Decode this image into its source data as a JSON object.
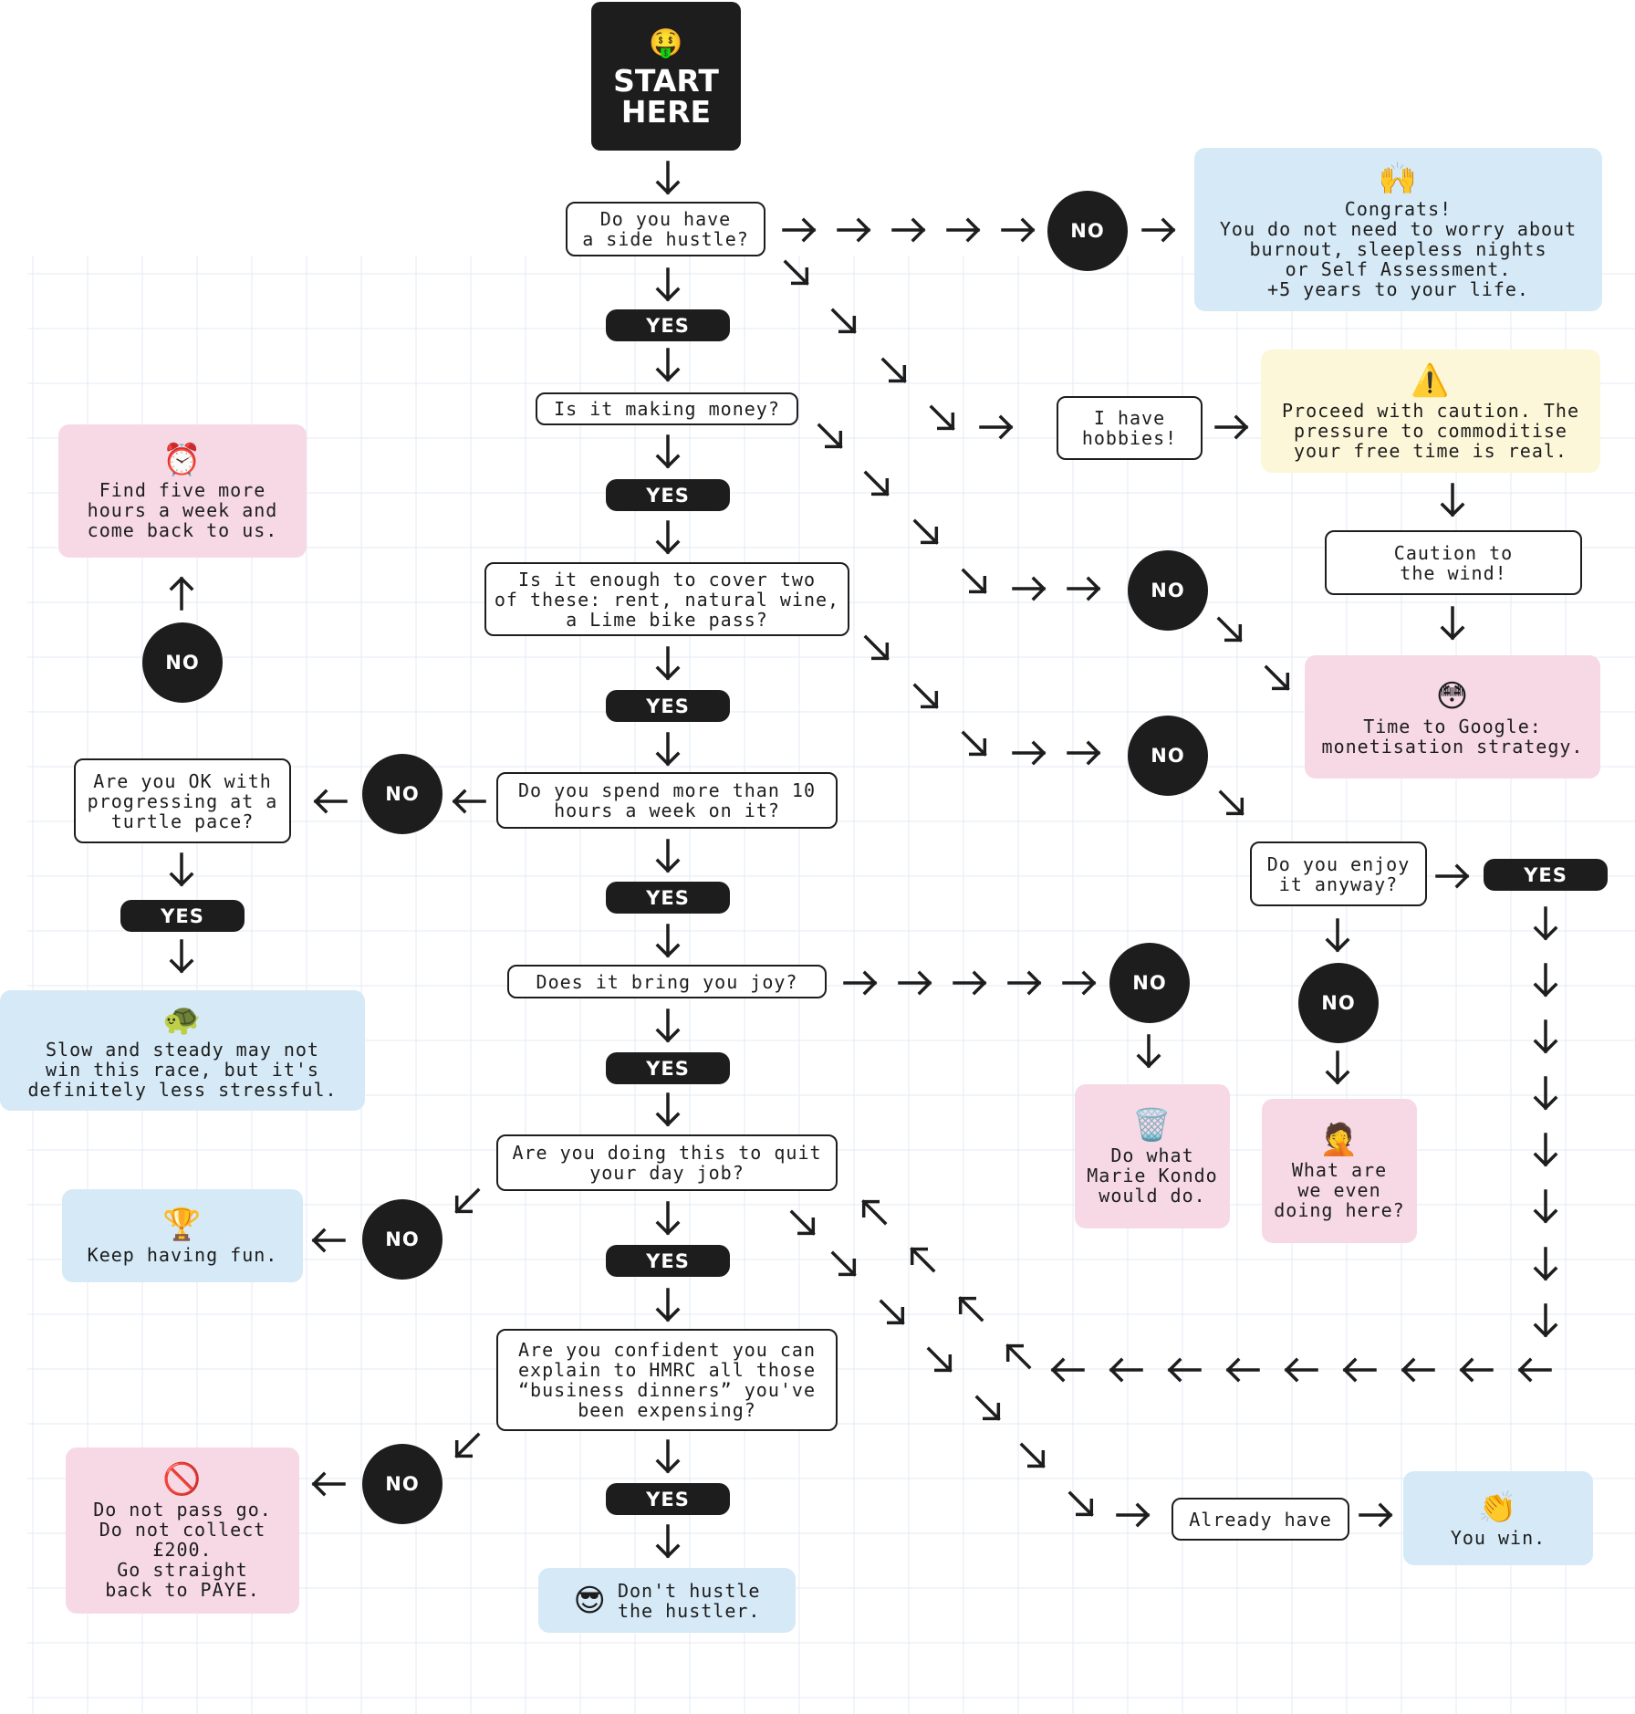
{
  "start": {
    "emoji": "🤑",
    "label": "START\nHERE"
  },
  "questions": {
    "side_hustle": "Do you have\na side hustle?",
    "making_money": "Is it making money?",
    "enough": "Is it enough to cover two\nof these: rent, natural wine,\na Lime bike pass?",
    "ten_hours": "Do you spend more than 10\nhours a week on it?",
    "turtle": "Are you OK with\nprogressing at a\nturtle pace?",
    "joy": "Does it bring you joy?",
    "quit": "Are you doing this to quit\nyour day job?",
    "hmrc": "Are you confident you can\nexplain to HMRC all those\n“business dinners” you've\nbeen expensing?",
    "hobbies": "I have\nhobbies!",
    "caution_wind": "Caution to\nthe wind!",
    "enjoy": "Do you enjoy\nit anyway?",
    "already": "Already have"
  },
  "labels": {
    "yes": "YES",
    "no": "NO"
  },
  "results": {
    "congrats": {
      "emoji": "🙌",
      "text": "Congrats!\nYou do not need to worry about\nburnout, sleepless nights\nor Self Assessment.\n+5 years to your life."
    },
    "caution": {
      "emoji": "⚠️",
      "text": "Proceed with caution. The\npressure to commoditise\nyour free time is real."
    },
    "five_hours": {
      "emoji": "⏰",
      "text": "Find five more\nhours a week and\ncome back to us."
    },
    "google": {
      "emoji": "😳",
      "text": "Time to Google:\nmonetisation strategy."
    },
    "slow": {
      "emoji": "🐢",
      "text": "Slow and steady may not\nwin this race, but it's\ndefinitely less stressful."
    },
    "kondo": {
      "emoji": "🗑️",
      "text": "Do what\nMarie Kondo\nwould do."
    },
    "what_doing": {
      "emoji": "🤦",
      "text": "What are\nwe even\ndoing here?"
    },
    "fun": {
      "emoji": "🏆",
      "text": "Keep having fun."
    },
    "paye": {
      "emoji": "🚫",
      "text": "Do not pass go.\nDo not collect\n£200.\nGo straight\nback to PAYE."
    },
    "hustler": {
      "emoji": "😎",
      "text": "Don't hustle\nthe hustler."
    },
    "win": {
      "emoji": "👏",
      "text": "You win."
    }
  },
  "colors": {
    "ink": "#1d1d1d",
    "blue": "#d5e9f6",
    "pink": "#f7d9e6",
    "yellow": "#fdf7d9",
    "grid": "#e3ebf4"
  }
}
